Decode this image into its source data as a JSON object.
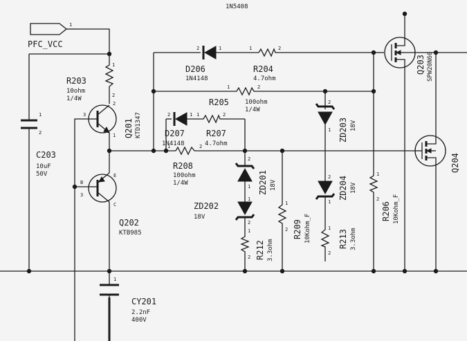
{
  "net": {
    "label": "PFC_VCC",
    "pin": "1"
  },
  "rail": {
    "top_value": "1N5408"
  },
  "components": {
    "R203": {
      "ref": "R203",
      "value": "10ohm",
      "power": "1/4W",
      "pin1": "1",
      "pin2": "2"
    },
    "C203": {
      "ref": "C203",
      "value": "10uF",
      "voltage": "50V",
      "pin1": "1",
      "pin2": "2"
    },
    "Q201": {
      "ref": "Q201",
      "part": "KTD1347",
      "pin1": "1",
      "pin2": "2",
      "pin3": "3"
    },
    "Q202": {
      "ref": "Q202",
      "part": "KTB985",
      "pinB": "B",
      "pinE": "E",
      "pinC": "C",
      "pin3": "3"
    },
    "D206": {
      "ref": "D206",
      "part": "1N4148",
      "pin1": "1",
      "pin2": "2"
    },
    "R204": {
      "ref": "R204",
      "value": "4.7ohm",
      "pin1": "1",
      "pin2": "2"
    },
    "R205": {
      "ref": "R205",
      "value": "100ohm",
      "power": "1/4W",
      "pin1": "1",
      "pin2": "2"
    },
    "D207": {
      "ref": "D207",
      "part": "1N4148",
      "pin1": "1",
      "pin2": "2"
    },
    "R207": {
      "ref": "R207",
      "value": "4.7ohm",
      "pin1": "1",
      "pin2": "2"
    },
    "R208": {
      "ref": "R208",
      "value": "100ohm",
      "power": "1/4W",
      "pin1": "1",
      "pin2": "2"
    },
    "ZD201": {
      "ref": "ZD201",
      "value": "18V",
      "pin1": "1",
      "pin2": "2"
    },
    "ZD202": {
      "ref": "ZD202",
      "value": "18V",
      "pin1": "1",
      "pin2": "2"
    },
    "ZD203": {
      "ref": "ZD203",
      "value": "18V",
      "pin1": "1",
      "pin2": "2"
    },
    "ZD204": {
      "ref": "ZD204",
      "value": "18V",
      "pin1": "1",
      "pin2": "2"
    },
    "R212": {
      "ref": "R212",
      "value": "3.3ohm",
      "pin1": "1",
      "pin2": "2"
    },
    "R209": {
      "ref": "R209",
      "value": "10Kohm_F",
      "pin1": "1",
      "pin2": "2"
    },
    "R213": {
      "ref": "R213",
      "value": "3.3ohm",
      "pin1": "1",
      "pin2": "2"
    },
    "R206": {
      "ref": "R206",
      "value": "10Kohm_F",
      "pin1": "1",
      "pin2": "2"
    },
    "Q203": {
      "ref": "Q203",
      "part": "SPW20N60"
    },
    "Q204": {
      "ref": "Q204"
    },
    "CY201": {
      "ref": "CY201",
      "value": "2.2nF",
      "voltage": "400V",
      "pin1": "1"
    }
  }
}
